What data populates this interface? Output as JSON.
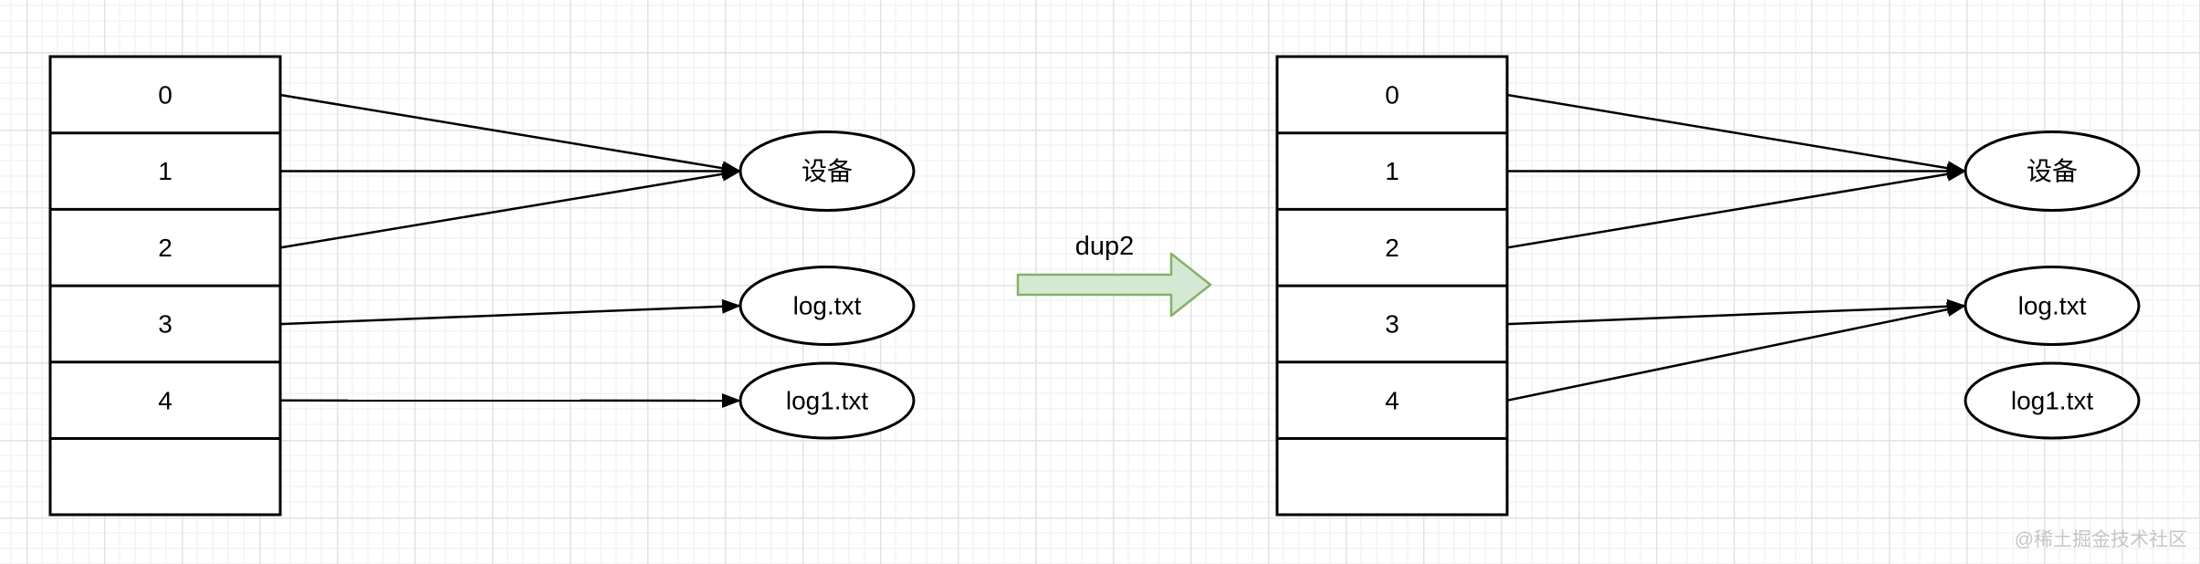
{
  "fd_table_left": {
    "rows": [
      "0",
      "1",
      "2",
      "3",
      "4",
      ""
    ]
  },
  "fd_table_right": {
    "rows": [
      "0",
      "1",
      "2",
      "3",
      "4",
      ""
    ]
  },
  "targets_left": {
    "device": "设备",
    "log": "log.txt",
    "log1": "log1.txt"
  },
  "targets_right": {
    "device": "设备",
    "log": "log.txt",
    "log1": "log1.txt"
  },
  "transition": {
    "label": "dup2"
  },
  "watermark": {
    "label": "@稀土掘金技术社区"
  },
  "edges": {
    "left": [
      {
        "from": "0",
        "to": "设备"
      },
      {
        "from": "1",
        "to": "设备"
      },
      {
        "from": "2",
        "to": "设备"
      },
      {
        "from": "3",
        "to": "log.txt"
      },
      {
        "from": "4",
        "to": "log1.txt"
      }
    ],
    "right": [
      {
        "from": "0",
        "to": "设备"
      },
      {
        "from": "1",
        "to": "设备"
      },
      {
        "from": "2",
        "to": "设备"
      },
      {
        "from": "3",
        "to": "log.txt"
      },
      {
        "from": "4",
        "to": "log.txt"
      }
    ]
  },
  "colors": {
    "shape_stroke": "#000000",
    "shape_fill": "#ffffff",
    "dup2_fill": "#d5e8d4",
    "dup2_stroke": "#82b366",
    "grid_minor": "#f4f4f4",
    "grid_major": "#e2e2e2",
    "watermark": "#c6c6c6"
  }
}
